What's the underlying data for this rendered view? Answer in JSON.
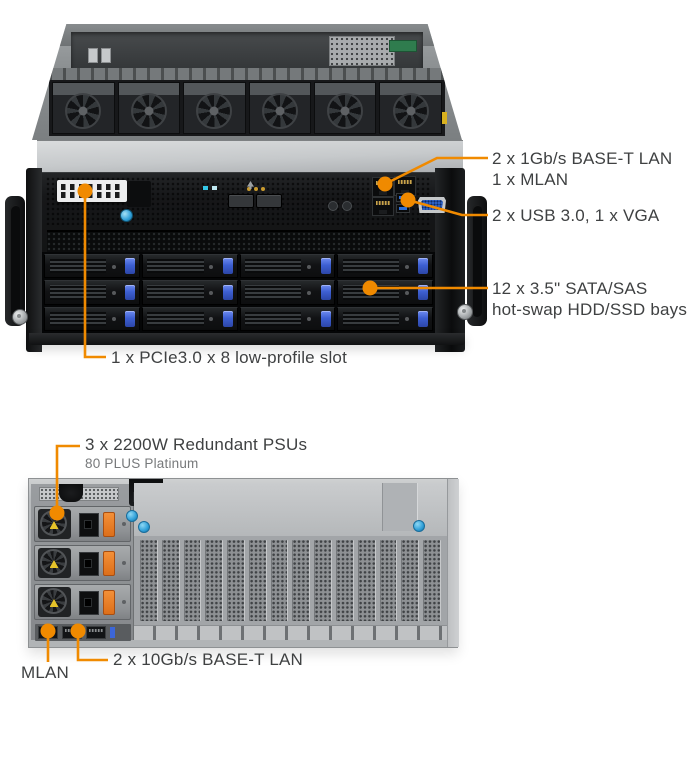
{
  "colors": {
    "accent": "#F08A00",
    "label": "#3F4142",
    "sublabel": "#77797B",
    "latch_blue": "#3D5FD2",
    "screw_blue": "#2F9FD8",
    "psu_latch": "#DD6F1A"
  },
  "front": {
    "fan_module_count": 6,
    "hdd_bay_count": 12,
    "callout_lan_line1": "2 x 1Gb/s BASE-T LAN",
    "callout_lan_line2": "1 x MLAN",
    "callout_usb": "2 x USB 3.0, 1 x VGA",
    "callout_hdd_line1": "12 x 3.5\" SATA/SAS",
    "callout_hdd_line2": "hot-swap HDD/SSD bays",
    "callout_pcie": "1 x PCIe3.0 x 8 low-profile slot"
  },
  "rear": {
    "psu_count": 3,
    "expansion_slot_count": 14,
    "callout_psu": "3 x 2200W Redundant PSUs",
    "callout_psu_sub": "80 PLUS Platinum",
    "callout_mlan": "MLAN",
    "callout_lan10g": "2 x 10Gb/s BASE-T LAN"
  }
}
